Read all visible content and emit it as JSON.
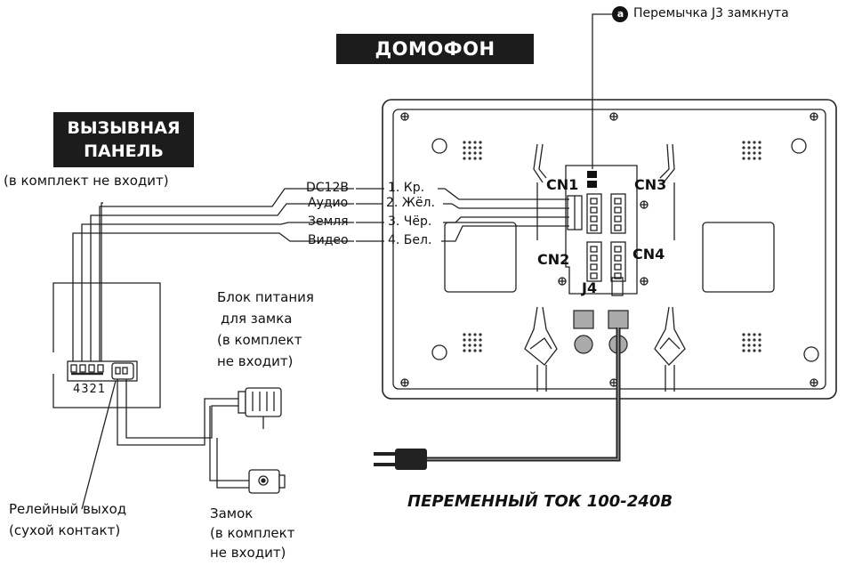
{
  "colors": {
    "title_bg": "#1c1c1c",
    "line": "#222222",
    "device_gray": "#aaaaaa"
  },
  "intercom": {
    "title": "ДОМОФОН",
    "connectors": {
      "cn1": "CN1",
      "cn2": "CN2",
      "cn3": "CN3",
      "cn4": "CN4",
      "j4": "J4"
    }
  },
  "jumper_note": {
    "marker": "a",
    "text": "Перемычка J3 замкнута"
  },
  "call_panel": {
    "title_line1": "ВЫЗЫВНАЯ",
    "title_line2": "ПАНЕЛЬ",
    "note": "(в комплект не входит)",
    "terminal_numbers": "4321"
  },
  "wires": [
    {
      "signal": "DC12B",
      "pin": "1. Кр."
    },
    {
      "signal": "Аудио",
      "pin": "2. Жёл."
    },
    {
      "signal": "Земля",
      "pin": "3. Чёр."
    },
    {
      "signal": "Видео",
      "pin": "4. Бел."
    }
  ],
  "lock_power": {
    "line1": "Блок питания",
    "line2": "для замка",
    "line3": "(в комплект",
    "line4": "не входит)"
  },
  "relay": {
    "line1": "Релейный выход",
    "line2": "(сухой контакт)"
  },
  "lock": {
    "line1": "Замок",
    "line2": "(в комплект",
    "line3": "не входит)"
  },
  "ac_power": "ПЕРЕМЕННЫЙ ТОК 100-240В"
}
